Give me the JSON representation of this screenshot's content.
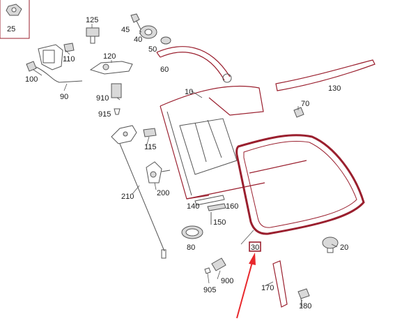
{
  "diagram": {
    "callouts": {
      "p25": "25",
      "p125": "125",
      "p45": "45",
      "p40": "40",
      "p50": "50",
      "p60": "60",
      "p120": "120",
      "p110": "110",
      "p100": "100",
      "p90": "90",
      "p910": "910",
      "p915": "915",
      "p10": "10",
      "p130": "130",
      "p70": "70",
      "p115": "115",
      "p200": "200",
      "p210": "210",
      "p140": "140",
      "p160": "160",
      "p150": "150",
      "p80": "80",
      "p30": "30",
      "p20": "20",
      "p900": "900",
      "p905": "905",
      "p170": "170",
      "p180": "180"
    },
    "highlight_part": "30",
    "colors": {
      "highlight": "#9a1f2e",
      "arrow": "#e8282c",
      "ink": "#1a1a1a"
    }
  }
}
